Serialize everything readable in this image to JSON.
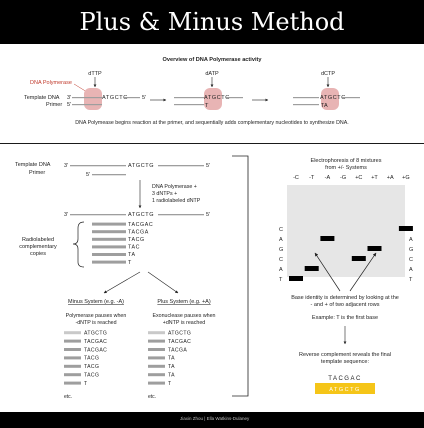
{
  "title": "Plus & Minus Method",
  "overview": {
    "heading": "Overview of DNA Polymerase activity",
    "polymerase_label": "DNA Polymerase",
    "template_label": "Template DNA",
    "primer_label": "Primer",
    "prime3": "3'",
    "prime5": "5'",
    "template_seq": "ATGCTG",
    "dntps": [
      "dTTP",
      "dATP",
      "dCTP"
    ],
    "primer_ext": [
      "T",
      "TA"
    ],
    "caption": "DNA Polymease begins reaction at the primer, and sequentially adds complementary nucleotides to synthesize DNA."
  },
  "left": {
    "template_label": "Template DNA",
    "primer_label": "Primer",
    "template_seq": "ATGCTG",
    "prime3": "3'",
    "prime5": "5'",
    "step_text": [
      "DNA Polymerase +",
      "3 dNTPs +",
      "1 radiolabeled dNTP"
    ],
    "copies_label": [
      "Radiolabeled",
      "complementary",
      "copies"
    ],
    "copies": [
      "TACGAC",
      "TACGA",
      "TACG",
      "TAC",
      "TA",
      "T"
    ],
    "minus_title": "Minus System (e.g. -A)",
    "minus_desc": [
      "Polymerase pauses when",
      "-dNTP is reached"
    ],
    "minus_seqs": [
      "ATGCTG",
      "TACGAC",
      "TACGAC",
      "TACG",
      "TACG",
      "TACG",
      "T"
    ],
    "plus_title": "Plus System (e.g. +A)",
    "plus_desc": [
      "Exonuclease pauses when",
      "+dNTP is reached"
    ],
    "plus_seqs": [
      "ATGCTG",
      "TACGAC",
      "TACGA",
      "TA",
      "TA",
      "TA",
      "T"
    ],
    "etc": "etc."
  },
  "right": {
    "gel_title": [
      "Electrophoresis of 8 mixtures",
      "from +/- Systems"
    ],
    "lanes": [
      "-C",
      "-T",
      "-A",
      "-G",
      "+C",
      "+T",
      "+A",
      "+G"
    ],
    "row_labels": [
      "C",
      "A",
      "G",
      "C",
      "A",
      "T"
    ],
    "band_rows": [
      0,
      1,
      2,
      3,
      4,
      5
    ],
    "band_lanes": [
      [
        7
      ],
      [
        2
      ],
      [
        5
      ],
      [
        4
      ],
      [
        1
      ],
      [
        0
      ]
    ],
    "explain": [
      "Base identity is determined by looking at the",
      "- and + of two adjacent rows"
    ],
    "example": "Example: T is the first base",
    "reverse": [
      "Reverse complement reveals the final",
      "template sequence:"
    ],
    "final_seq": "TACGAC",
    "final_complement": "ATGCTG",
    "final_color": "#f5c518"
  },
  "footer": "Jiaxin Zhou | Ella Watkins-Dulaney",
  "colors": {
    "polymerase": "#e8b4b4",
    "polymerase_text": "#c0392b",
    "bar": "#9e9e9e",
    "gel_bg": "#e6e6e6"
  }
}
